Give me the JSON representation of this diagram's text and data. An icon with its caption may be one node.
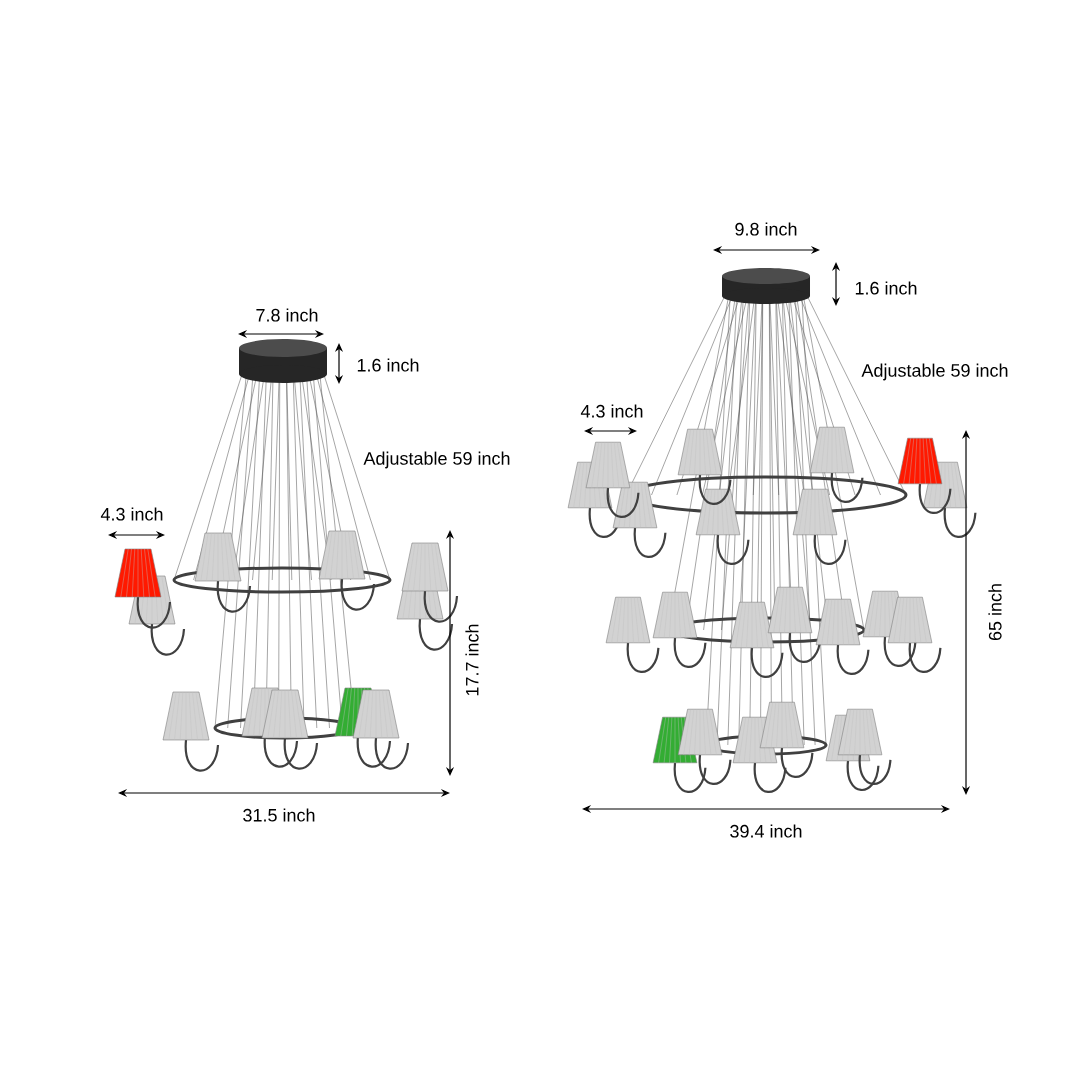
{
  "diagram": {
    "labels": [
      "7.8 inch",
      "1.6 inch",
      "Adjustable 59 inch",
      "4.3 inch",
      "17.7 inch",
      "31.5 inch",
      "9.8 inch",
      "1.6 inch",
      "Adjustable 59 inch",
      "4.3 inch",
      "65 inch",
      "39.4 inch"
    ]
  }
}
